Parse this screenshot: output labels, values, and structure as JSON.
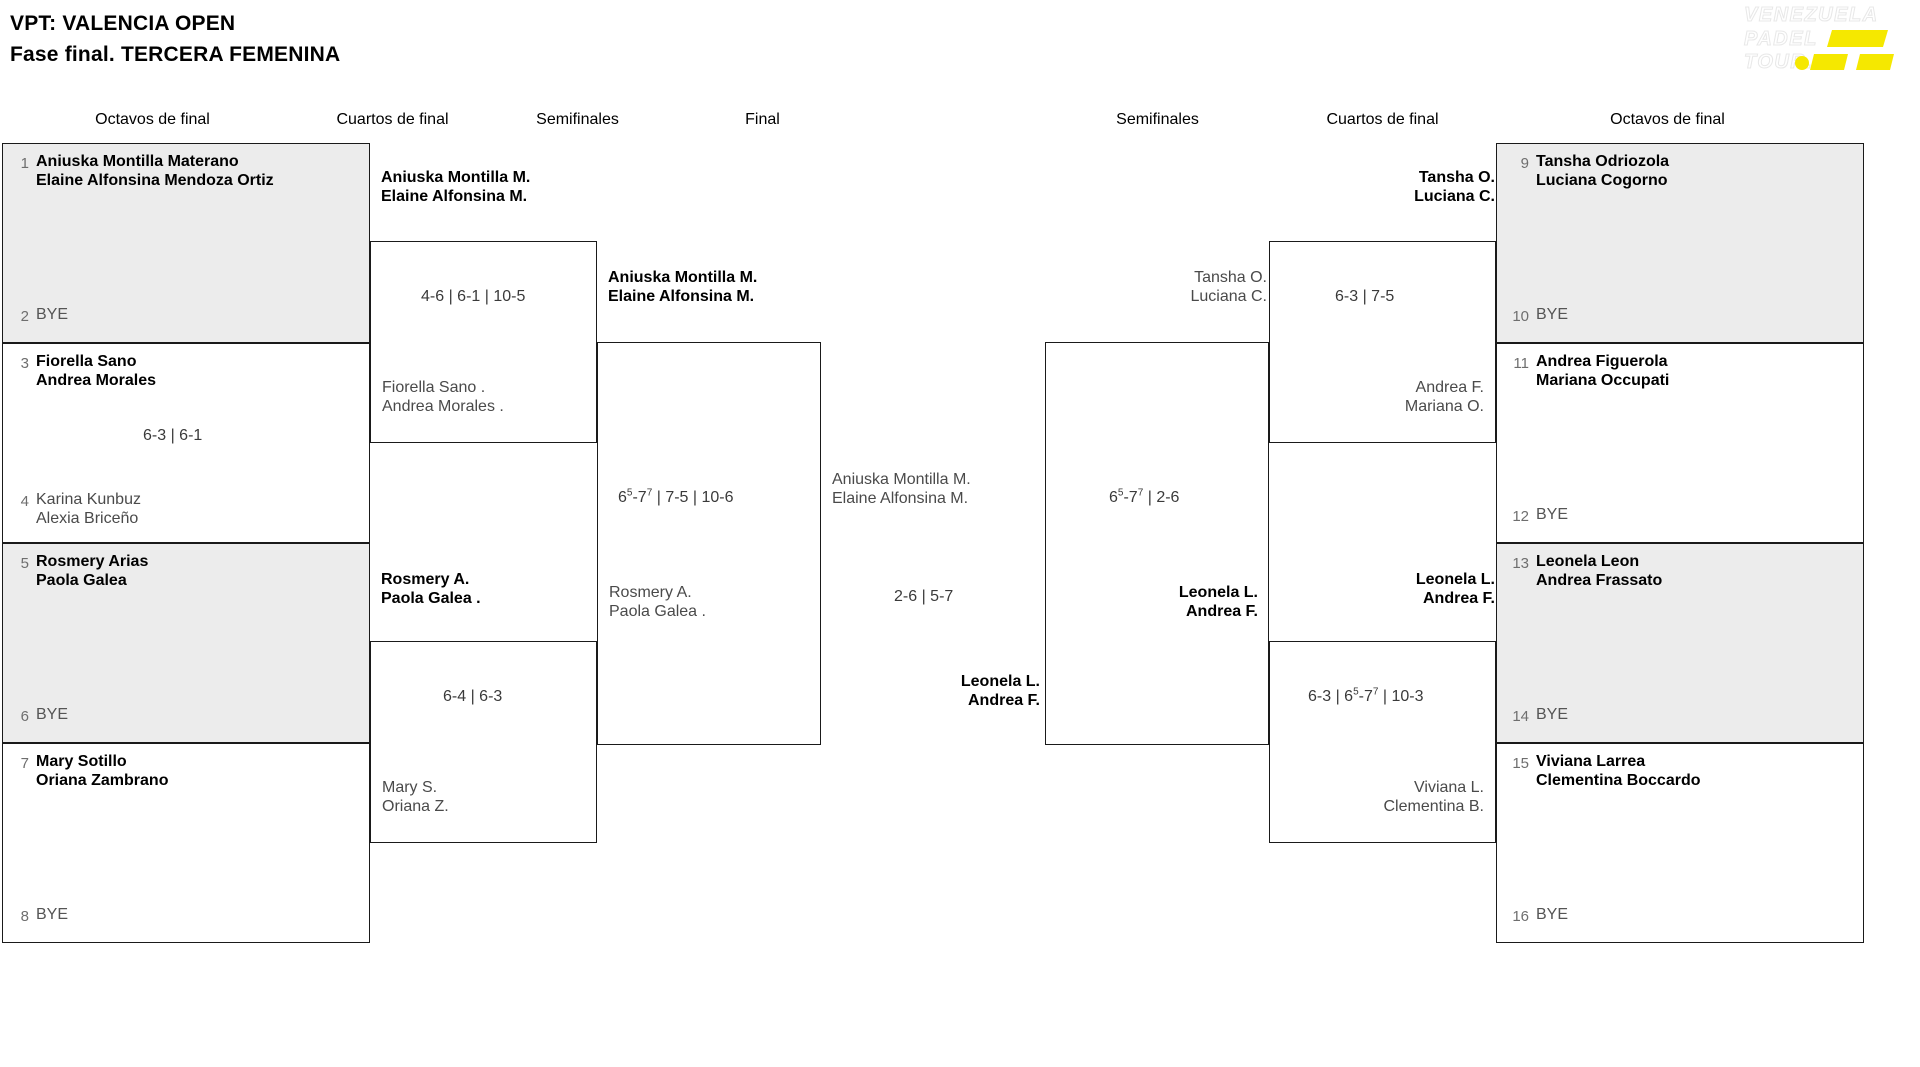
{
  "header": {
    "title_line1": "VPT: VALENCIA OPEN",
    "title_line2": "Fase final. TERCERA FEMENINA",
    "logo": {
      "line1": "VENEZUELA",
      "line2": "PADEL",
      "line3": "TOUR.",
      "accent_color": "#f5e800"
    }
  },
  "rounds": {
    "left_r16": "Octavos de final",
    "left_qf": "Cuartos de final",
    "left_sf": "Semifinales",
    "final": "Final",
    "right_sf": "Semifinales",
    "right_qf": "Cuartos de final",
    "right_r16": "Octavos de final"
  },
  "labels": {
    "bye": "BYE"
  },
  "left_r16": [
    {
      "seed_top": "1",
      "top_lines": [
        "Aniuska Montilla Materano",
        "Elaine Alfonsina Mendoza Ortiz"
      ],
      "top_result": "win",
      "seed_bottom": "2",
      "bottom_lines": [
        "BYE"
      ],
      "bottom_result": "bye",
      "score": "",
      "shaded": true
    },
    {
      "seed_top": "3",
      "top_lines": [
        "Fiorella Sano",
        "Andrea Morales"
      ],
      "top_result": "win",
      "seed_bottom": "4",
      "bottom_lines": [
        "Karina Kunbuz",
        "Alexia Briceño"
      ],
      "bottom_result": "lose",
      "score": "6-3 | 6-1",
      "shaded": false
    },
    {
      "seed_top": "5",
      "top_lines": [
        "Rosmery Arias",
        "Paola Galea"
      ],
      "top_result": "win",
      "seed_bottom": "6",
      "bottom_lines": [
        "BYE"
      ],
      "bottom_result": "bye",
      "score": "",
      "shaded": true
    },
    {
      "seed_top": "7",
      "top_lines": [
        "Mary Sotillo",
        "Oriana Zambrano"
      ],
      "top_result": "win",
      "seed_bottom": "8",
      "bottom_lines": [
        "BYE"
      ],
      "bottom_result": "bye",
      "score": "",
      "shaded": false
    }
  ],
  "right_r16": [
    {
      "seed_top": "9",
      "top_lines": [
        "Tansha Odriozola",
        "Luciana Cogorno"
      ],
      "top_result": "win",
      "seed_bottom": "10",
      "bottom_lines": [
        "BYE"
      ],
      "bottom_result": "bye",
      "score": "",
      "shaded": true
    },
    {
      "seed_top": "11",
      "top_lines": [
        "Andrea Figuerola",
        "Mariana Occupati"
      ],
      "top_result": "win",
      "seed_bottom": "12",
      "bottom_lines": [
        "BYE"
      ],
      "bottom_result": "bye",
      "score": "",
      "shaded": false
    },
    {
      "seed_top": "13",
      "top_lines": [
        "Leonela Leon",
        "Andrea Frassato"
      ],
      "top_result": "win",
      "seed_bottom": "14",
      "bottom_lines": [
        "BYE"
      ],
      "bottom_result": "bye",
      "score": "",
      "shaded": true
    },
    {
      "seed_top": "15",
      "top_lines": [
        "Viviana Larrea",
        "Clementina Boccardo"
      ],
      "top_result": "win",
      "seed_bottom": "16",
      "bottom_lines": [
        "BYE"
      ],
      "bottom_result": "bye",
      "score": "",
      "shaded": false
    }
  ],
  "left_qf": [
    {
      "top_lines": [
        "Aniuska Montilla M.",
        "Elaine Alfonsina M."
      ],
      "top_result": "win",
      "bottom_lines": [
        "Fiorella Sano .",
        "Andrea Morales ."
      ],
      "bottom_result": "lose",
      "score": "4-6 | 6-1 | 10-5"
    },
    {
      "top_lines": [
        "Rosmery A.",
        "Paola Galea ."
      ],
      "top_result": "win",
      "bottom_lines": [
        "Mary S.",
        "Oriana Z."
      ],
      "bottom_result": "lose",
      "score": "6-4 | 6-3"
    }
  ],
  "right_qf": [
    {
      "top_lines": [
        "Tansha O.",
        "Luciana C."
      ],
      "top_result": "win",
      "bottom_lines": [
        "Andrea F.",
        "Mariana O."
      ],
      "bottom_result": "lose",
      "score": "6-3 | 7-5"
    },
    {
      "top_lines": [
        "Leonela L.",
        "Andrea F."
      ],
      "top_result": "win",
      "bottom_lines": [
        "Viviana L.",
        "Clementina B."
      ],
      "bottom_result": "lose",
      "score_parts": [
        "6-3 | 6",
        "5",
        "-7",
        "7",
        " | 10-3"
      ],
      "score": "6-3 | 6⁵-7⁷ | 10-3"
    }
  ],
  "left_sf": {
    "top_lines": [
      "Aniuska Montilla M.",
      "Elaine Alfonsina M."
    ],
    "top_result": "win",
    "bottom_lines": [
      "Rosmery A.",
      "Paola Galea ."
    ],
    "bottom_result": "lose",
    "score_parts": [
      "6",
      "5",
      "-7",
      "7",
      " | 7-5 | 10-6"
    ],
    "score": "6⁵-7⁷ | 7-5 | 10-6"
  },
  "right_sf": {
    "top_lines": [
      "Tansha O.",
      "Luciana C."
    ],
    "top_result": "lose",
    "bottom_lines": [
      "Leonela L.",
      "Andrea F."
    ],
    "bottom_result": "win",
    "score_parts": [
      "6",
      "5",
      "-7",
      "7",
      " | 2-6"
    ],
    "score": "6⁵-7⁷ | 2-6"
  },
  "final": {
    "top_lines": [
      "Aniuska Montilla M.",
      "Elaine Alfonsina M."
    ],
    "top_result": "lose",
    "bottom_lines": [
      "Leonela L.",
      "Andrea F."
    ],
    "bottom_result": "win",
    "score": "2-6 | 5-7"
  }
}
